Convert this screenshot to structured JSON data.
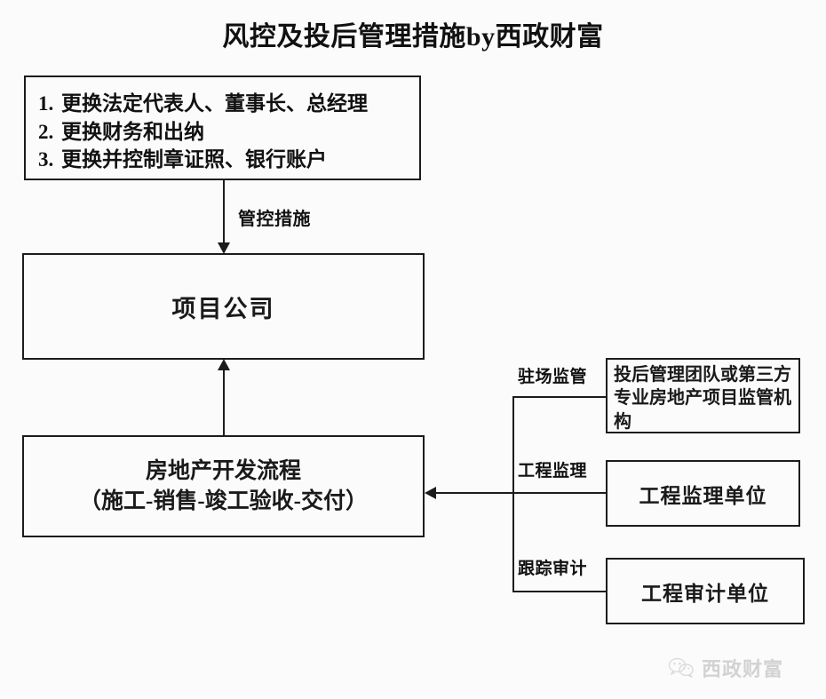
{
  "title": "风控及投后管理措施by西政财富",
  "nodes": {
    "control_measures": {
      "items": [
        {
          "num": "1.",
          "text": "更换法定代表人、董事长、总经理"
        },
        {
          "num": "2.",
          "text": "更换财务和出纳"
        },
        {
          "num": "3.",
          "text": "更换并控制章证照、银行账户"
        }
      ]
    },
    "project_company": {
      "label": "项目公司"
    },
    "development_process": {
      "line1": "房地产开发流程",
      "line2": "（施工-销售-竣工验收-交付）"
    },
    "supervision_team": {
      "label": "投后管理团队或第三方专业房地产项目监管机构"
    },
    "engineering_supervisor": {
      "label": "工程监理单位"
    },
    "engineering_auditor": {
      "label": "工程审计单位"
    }
  },
  "edge_labels": {
    "control_measures": "管控措施",
    "onsite_supervision": "驻场监管",
    "engineering_supervision": "工程监理",
    "tracking_audit": "跟踪审计"
  },
  "watermark": {
    "text": "西政财富",
    "icon": "wechat-icon"
  },
  "colors": {
    "stroke": "#1c1c1c",
    "text": "#111111",
    "background": "#fbfbfb",
    "watermark": "#9a9a9a"
  }
}
